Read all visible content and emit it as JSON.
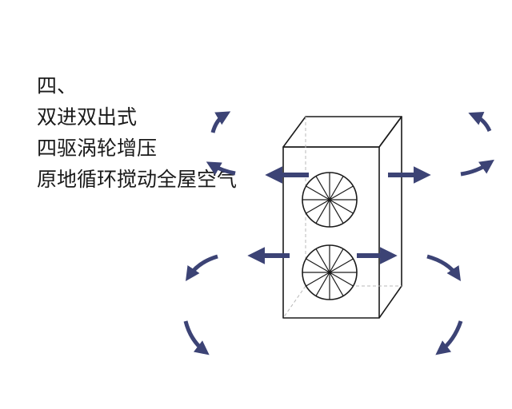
{
  "caption": {
    "line1": "四、",
    "line2": "双进双出式",
    "line3": "四驱涡轮增压",
    "line4": "原地循环搅动全屋空气"
  },
  "colors": {
    "arrow": "#3c4375",
    "outline": "#1a1a1a",
    "hidden_edge": "#b8b8b8"
  },
  "fans": {
    "count": 2,
    "blades_per_fan": 12
  }
}
